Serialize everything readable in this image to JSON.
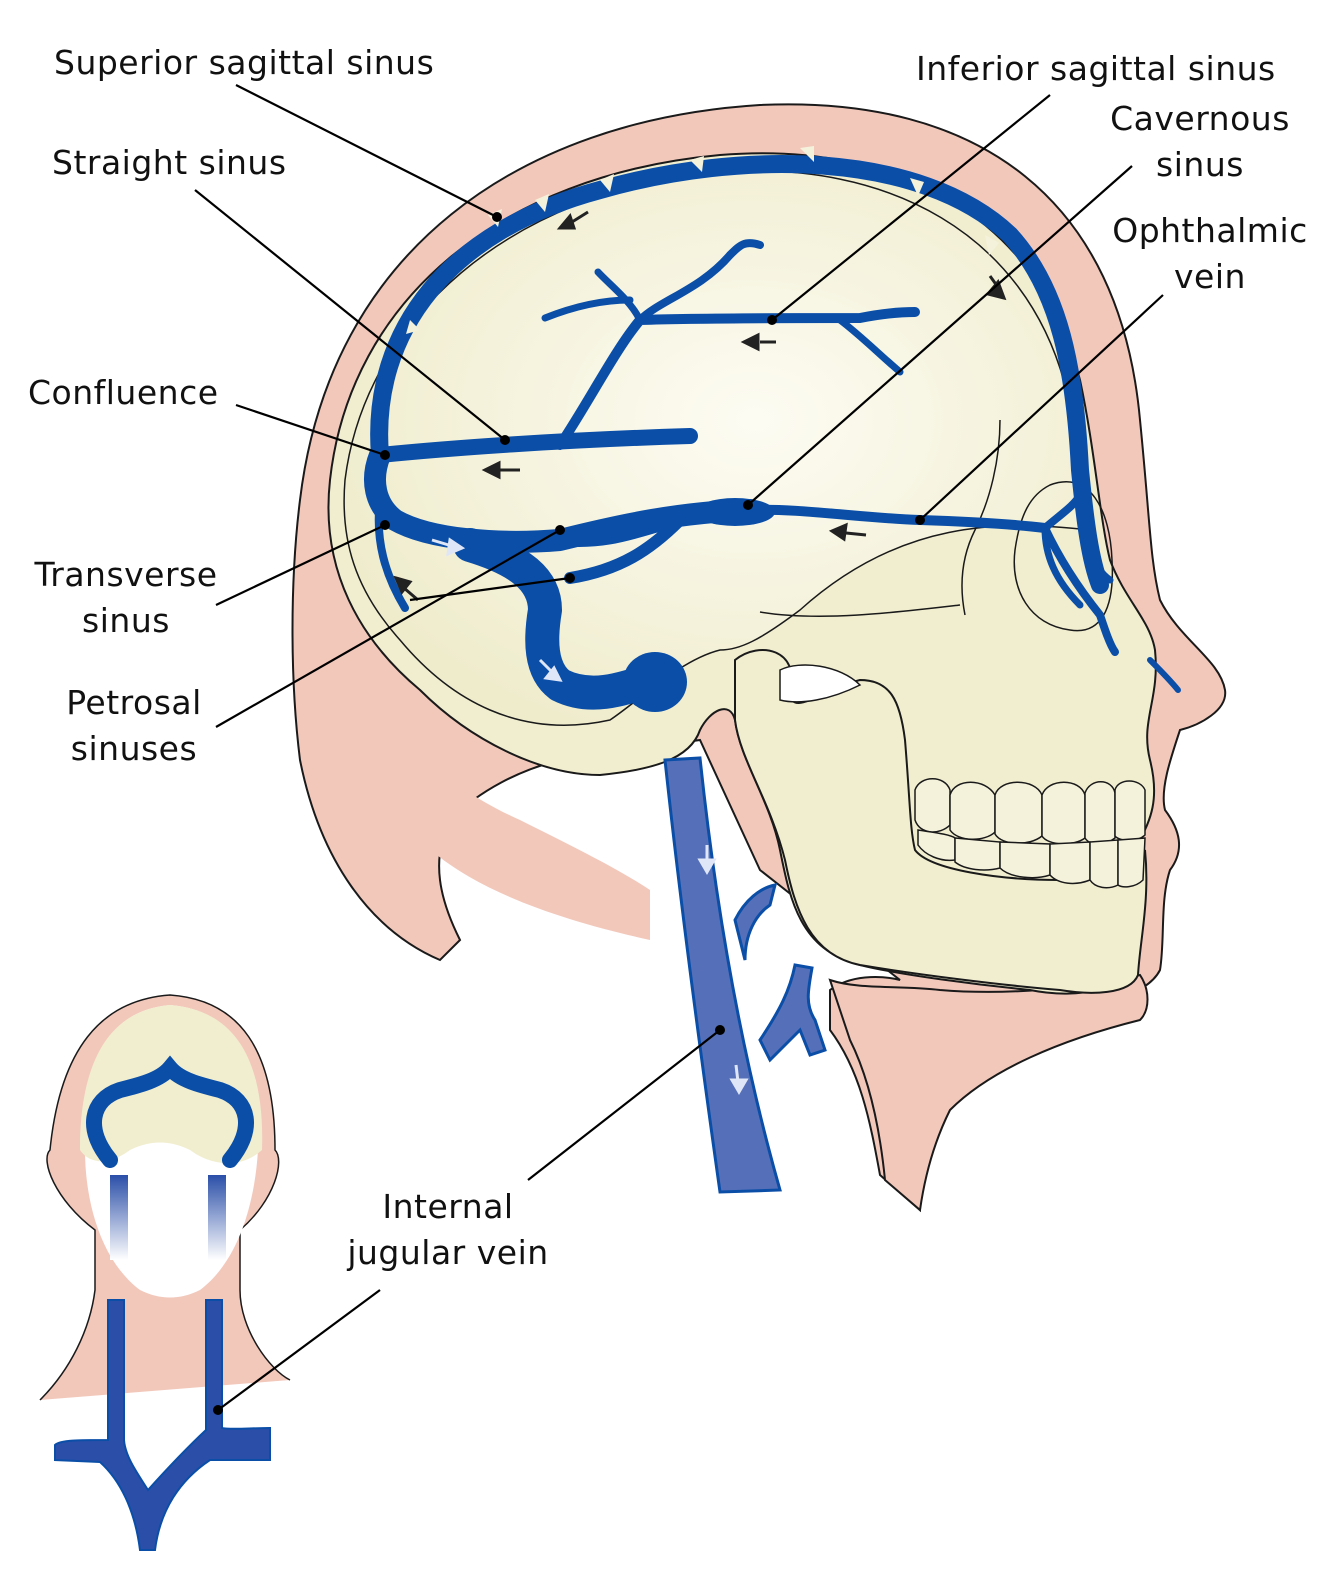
{
  "diagram": {
    "labels": {
      "superior_sagittal_sinus": "Superior sagittal sinus",
      "straight_sinus": "Straight sinus",
      "confluence": "Confluence",
      "transverse_sinus": [
        "Transverse",
        "sinus"
      ],
      "petrosal_sinuses": [
        "Petrosal",
        "sinuses"
      ],
      "inferior_sagittal_sinus": "Inferior sagittal sinus",
      "cavernous_sinus": [
        "Cavernous",
        "sinus"
      ],
      "ophthalmic_vein": [
        "Ophthalmic",
        "vein"
      ],
      "internal_jugular_vein": [
        "Internal",
        "jugular vein"
      ]
    },
    "colors": {
      "vein": "#0a4ea8",
      "jugular": "#5570b8",
      "skin": "#f2c8bb",
      "skull": "#f1eed0",
      "outline": "#1a1a1a"
    }
  }
}
